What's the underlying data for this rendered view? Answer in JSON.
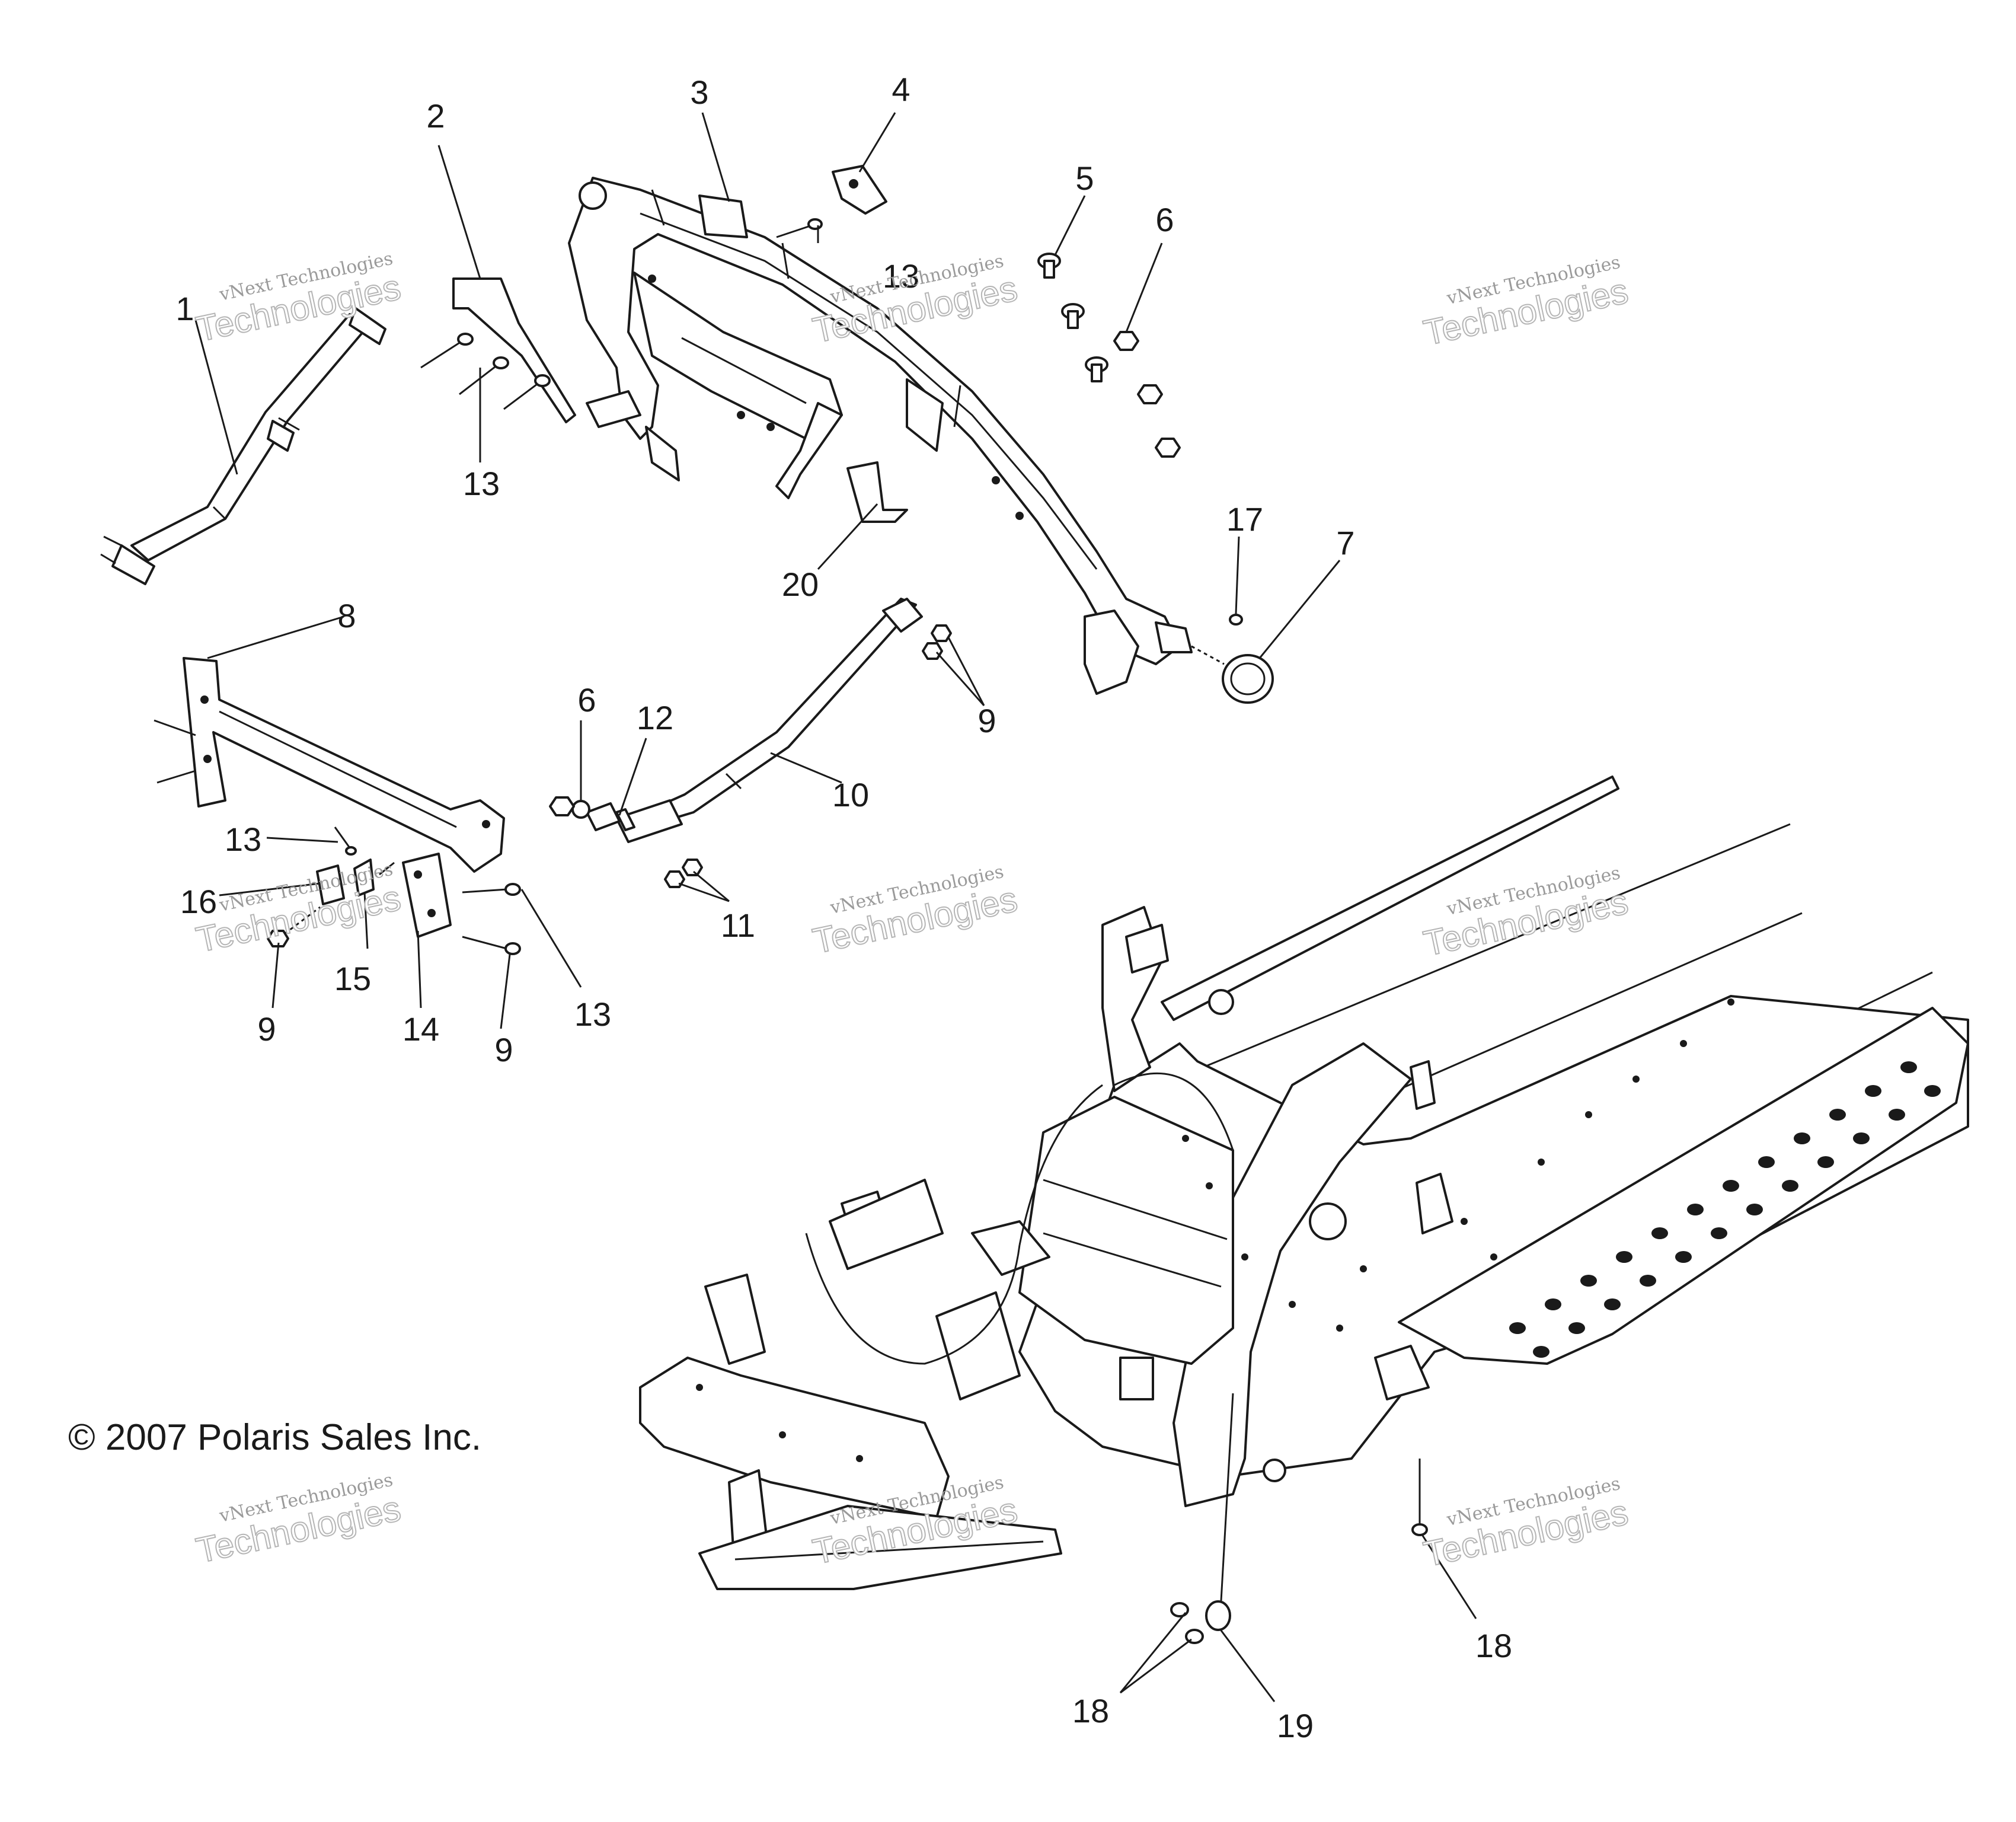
{
  "copyright": "© 2007 Polaris Sales Inc.",
  "watermark": {
    "line1": "vNext Technologies",
    "line2": "Technologies"
  },
  "callouts": [
    {
      "id": "c1",
      "label": "1"
    },
    {
      "id": "c2",
      "label": "2"
    },
    {
      "id": "c3",
      "label": "3"
    },
    {
      "id": "c4",
      "label": "4"
    },
    {
      "id": "c5",
      "label": "5"
    },
    {
      "id": "c6a",
      "label": "6"
    },
    {
      "id": "c6b",
      "label": "6"
    },
    {
      "id": "c7",
      "label": "7"
    },
    {
      "id": "c8",
      "label": "8"
    },
    {
      "id": "c9a",
      "label": "9"
    },
    {
      "id": "c9b",
      "label": "9"
    },
    {
      "id": "c9c",
      "label": "9"
    },
    {
      "id": "c10",
      "label": "10"
    },
    {
      "id": "c11",
      "label": "11"
    },
    {
      "id": "c12",
      "label": "12"
    },
    {
      "id": "c13a",
      "label": "13"
    },
    {
      "id": "c13b",
      "label": "13"
    },
    {
      "id": "c13c",
      "label": "13"
    },
    {
      "id": "c13d",
      "label": "13"
    },
    {
      "id": "c14",
      "label": "14"
    },
    {
      "id": "c15",
      "label": "15"
    },
    {
      "id": "c16",
      "label": "16"
    },
    {
      "id": "c17",
      "label": "17"
    },
    {
      "id": "c18a",
      "label": "18"
    },
    {
      "id": "c18b",
      "label": "18"
    },
    {
      "id": "c19",
      "label": "19"
    },
    {
      "id": "c20",
      "label": "20"
    }
  ],
  "colors": {
    "line": "#1a1a1a",
    "background": "#ffffff",
    "watermark": "#b5b5b5"
  }
}
